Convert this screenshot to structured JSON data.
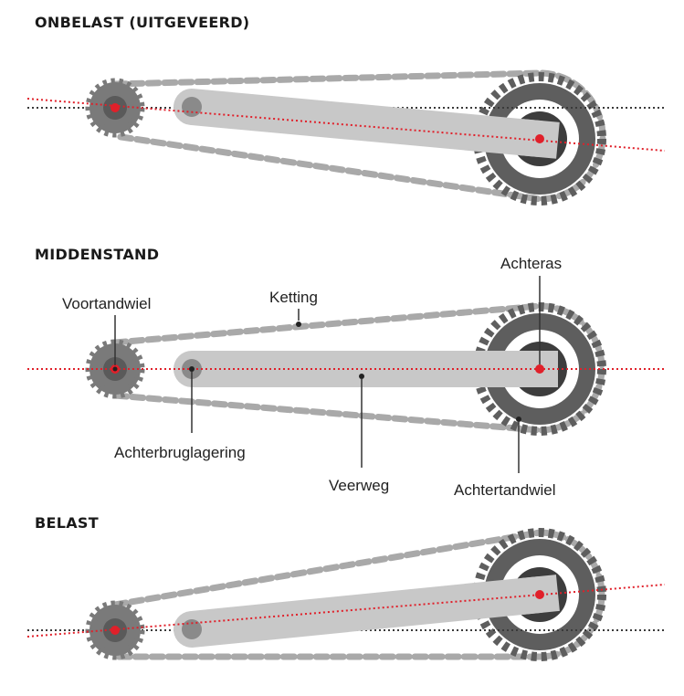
{
  "headings": {
    "unloaded": "ONBELAST (UITGEVEERD)",
    "middle": "MIDDENSTAND",
    "loaded": "BELAST"
  },
  "labels": {
    "front_sprocket": "Voortandwiel",
    "chain": "Ketting",
    "rear_axle": "Achteras",
    "swingarm_bearing": "Achterbruglagering",
    "travel": "Veerweg",
    "rear_sprocket": "Achtertandwiel"
  },
  "colors": {
    "chain": "#a9a9a9",
    "swingarm": "#c8c8c8",
    "sprocket": "#5e5e5e",
    "hub": "#3d3d3d",
    "pivot_red": "#e0202a",
    "reference_line": "#3a3a3a",
    "leader": "#333333"
  }
}
